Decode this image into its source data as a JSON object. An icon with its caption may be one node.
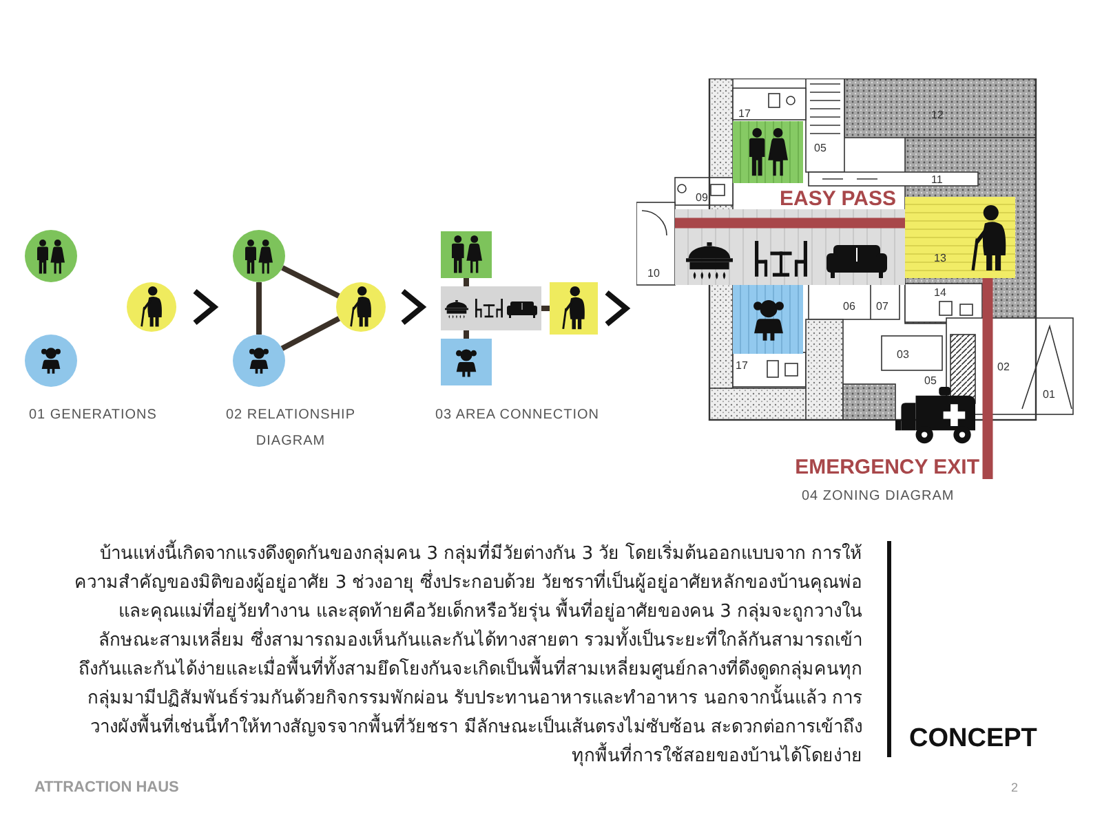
{
  "diagram": {
    "nodes": [
      {
        "text": [],
        "shape": "circle"
      },
      {
        "text": [],
        "shape": "circle"
      },
      {
        "text": [],
        "shape": "circle"
      },
      {
        "text": [],
        "shape": "circle"
      },
      {
        "text": [],
        "shape": "circle"
      },
      {
        "text": [],
        "shape": "circle"
      },
      {
        "text": [],
        "shape": "box"
      },
      {
        "text": [],
        "shape": "box"
      },
      {
        "text": [],
        "shape": "box"
      },
      {
        "text": [],
        "shape": "box"
      },
      {
        "text": [],
        "shape": "picture"
      },
      {
        "text": [],
        "shape": "box",
        "in": 10
      },
      {
        "text": [],
        "shape": "box",
        "in": 10
      },
      {
        "text": [],
        "shape": "box",
        "in": 10
      },
      {
        "text": [],
        "shape": "box",
        "in": 10
      }
    ],
    "edges": [
      {
        "from": 1,
        "to": 3,
        "arrow": "to"
      },
      {
        "from": 3,
        "to": 5,
        "arrow": "none"
      },
      {
        "from": 3,
        "to": 4,
        "arrow": "none"
      },
      {
        "from": 5,
        "to": 4,
        "arrow": "none"
      },
      {
        "from": 4,
        "to": 7,
        "arrow": "to"
      },
      {
        "from": 6,
        "to": 7,
        "arrow": "none"
      },
      {
        "from": 7,
        "to": 8,
        "arrow": "none"
      },
      {
        "from": 7,
        "to": 9,
        "arrow": "none"
      },
      {
        "from": 8,
        "to": 10,
        "arrow": "to"
      },
      {
        "from": 12,
        "to": 13,
        "arrow": "none",
        "label": "EASY PASS",
        "style": "thick",
        "color": "#a8474a"
      },
      {
        "from": 13,
        "to": null,
        "arrow": "none",
        "label": "EMERGENCY EXIT",
        "style": "thick",
        "color": "#a8474a"
      }
    ],
    "labels": [
      "17",
      "12",
      "05",
      "11",
      "09",
      "13",
      "10",
      "14",
      "06",
      "07",
      "03",
      "17",
      "05",
      "02",
      "01",
      "01 GENERATIONS",
      "02 RELATIONSHIP DIAGRAM",
      "03 AREA CONNECTION",
      "04 ZONING DIAGRAM",
      "บ้านแห่งนี้เกิดจากแรงดึงดูดกันของกลุ่มคน 3 กลุ่มที่มีวัยต่างกัน 3 วัย โดยเริ่มต้นออกแบบจาก การให้ความสำคัญของมิติของผู้อยู่อาศัย 3 ช่วงอายุ ซึ่งประกอบด้วย วัยชราที่เป็นผู้อยู่อาศัยหลักของบ้านคุณพ่อและคุณแม่ที่อยู่วัยทำงาน และสุดท้ายคือวัยเด็กหรือวัยรุ่น พื้นที่อยู่อาศัยของคน 3 กลุ่มจะถูกวางในลักษณะสามเหลี่ยม ซึ่งสามารถมองเห็นกันและกันได้ทางสายตา รวมทั้งเป็นระยะที่ใกล้กันสามารถเข้าถึงกันและกันได้ง่ายและเมื่อพื้นที่ทั้งสามยึดโยงกันจะเกิดเป็นพื้นที่สามเหลี่ยมศูนย์กลางที่ดึงดูดกลุ่มคนทุกกลุ่มมามีปฏิสัมพันธ์ร่วมกันด้วยกิจกรรมพักผ่อน รับประทานอาหารและทำอาหาร นอกจากนั้นแล้ว การวางผังพื้นที่เช่นนี้ทำให้ทางสัญจรจากพื้นที่วัยชรา มีลักษณะเป็นเส้นตรงไม่ซับซ้อน สะดวกต่อการเข้าถึงทุกพื้นที่การใช้สอยของบ้านได้โดยง่าย",
      "CONCEPT",
      "ATTRACTION HAUS",
      "2"
    ]
  }
}
